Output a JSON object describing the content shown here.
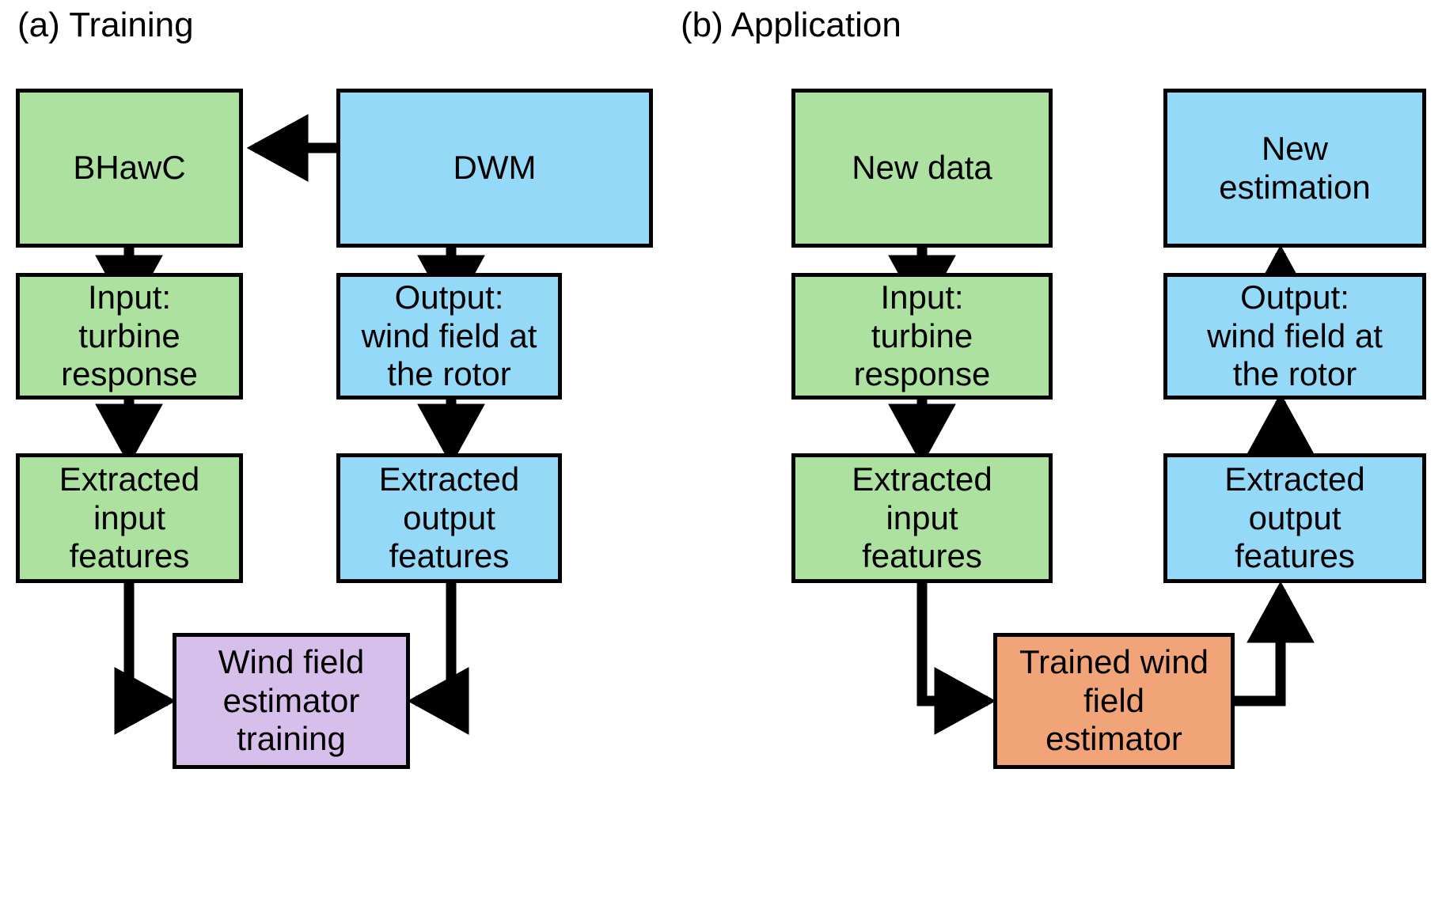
{
  "figure": {
    "type": "flowchart",
    "background": "#ffffff",
    "stroke": "#000000"
  },
  "colors": {
    "green": "#ADE1A0",
    "blue": "#94D9F7",
    "purple": "#D7BFEB",
    "orange": "#F0A478",
    "black": "#000000",
    "white": "#ffffff"
  },
  "panels": [
    {
      "key": "training",
      "title": "(a) Training",
      "nodes": [
        {
          "key": "bhawc",
          "label": "BHawC",
          "color": "green"
        },
        {
          "key": "input",
          "label": "Input:\nturbine\nresponse",
          "color": "green"
        },
        {
          "key": "extracted_input",
          "label": "Extracted\ninput\nfeatures",
          "color": "green"
        },
        {
          "key": "dwm",
          "label": "DWM",
          "color": "blue"
        },
        {
          "key": "output",
          "label": "Output:\nwind field at\nthe rotor",
          "color": "blue"
        },
        {
          "key": "extracted_output",
          "label": "Extracted\noutput\nfeatures",
          "color": "blue"
        },
        {
          "key": "estimator",
          "label": "Wind field\nestimator\ntraining",
          "color": "purple"
        }
      ],
      "edges": [
        {
          "from": "dwm",
          "to": "bhawc",
          "direction": "left"
        },
        {
          "from": "bhawc",
          "to": "input",
          "direction": "down"
        },
        {
          "from": "input",
          "to": "extracted_input",
          "direction": "down"
        },
        {
          "from": "dwm",
          "to": "output",
          "direction": "down"
        },
        {
          "from": "output",
          "to": "extracted_output",
          "direction": "down"
        },
        {
          "from": "extracted_input",
          "to": "estimator",
          "direction": "elbow-right"
        },
        {
          "from": "extracted_output",
          "to": "estimator",
          "direction": "elbow-left"
        }
      ]
    },
    {
      "key": "application",
      "title": "(b) Application",
      "nodes": [
        {
          "key": "new_data",
          "label": "New data",
          "color": "green"
        },
        {
          "key": "input",
          "label": "Input:\nturbine\nresponse",
          "color": "green"
        },
        {
          "key": "extracted_input",
          "label": "Extracted\ninput\nfeatures",
          "color": "green"
        },
        {
          "key": "new_estimation",
          "label": "New\nestimation",
          "color": "blue"
        },
        {
          "key": "output",
          "label": "Output:\nwind field at\nthe rotor",
          "color": "blue"
        },
        {
          "key": "extracted_output",
          "label": "Extracted\noutput\nfeatures",
          "color": "blue"
        },
        {
          "key": "trained_estimator",
          "label": "Trained wind\nfield\nestimator",
          "color": "orange"
        }
      ],
      "edges": [
        {
          "from": "new_data",
          "to": "input",
          "direction": "down"
        },
        {
          "from": "input",
          "to": "extracted_input",
          "direction": "down"
        },
        {
          "from": "extracted_input",
          "to": "trained_estimator",
          "direction": "elbow-right"
        },
        {
          "from": "trained_estimator",
          "to": "extracted_output",
          "direction": "elbow-up"
        },
        {
          "from": "extracted_output",
          "to": "output",
          "direction": "up"
        },
        {
          "from": "output",
          "to": "new_estimation",
          "direction": "up"
        }
      ]
    }
  ]
}
